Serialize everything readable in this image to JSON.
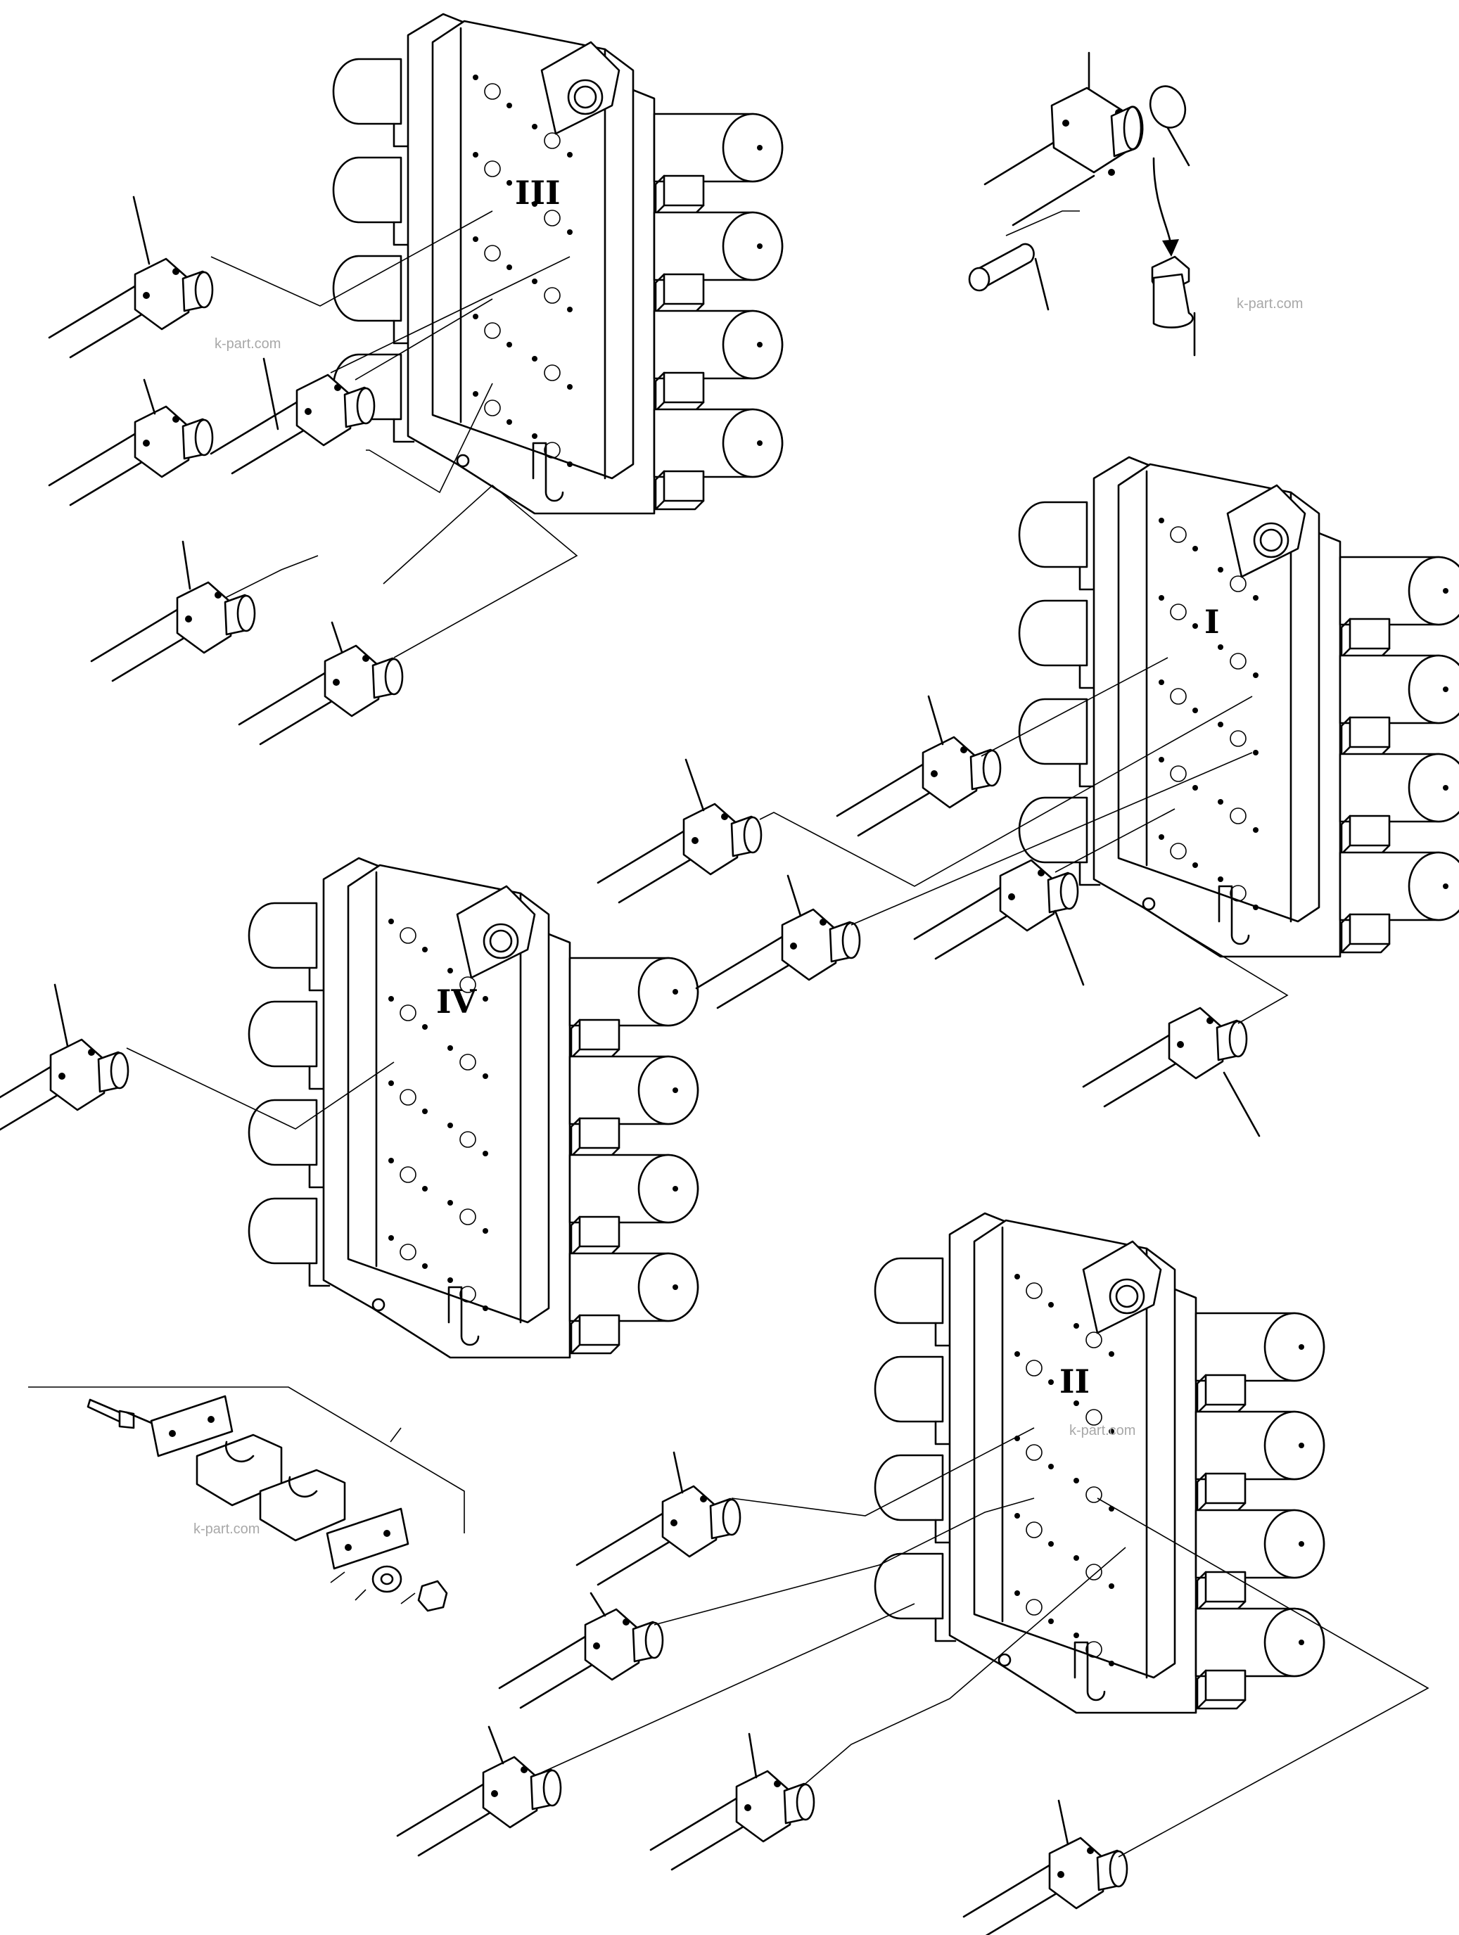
{
  "valve_labels": {
    "I": "I",
    "II": "II",
    "III": "III",
    "IV": "IV"
  },
  "watermark": "k-part.com",
  "colors": {
    "line": "#000000",
    "background": "#ffffff",
    "watermark": "#a8a8a8"
  }
}
